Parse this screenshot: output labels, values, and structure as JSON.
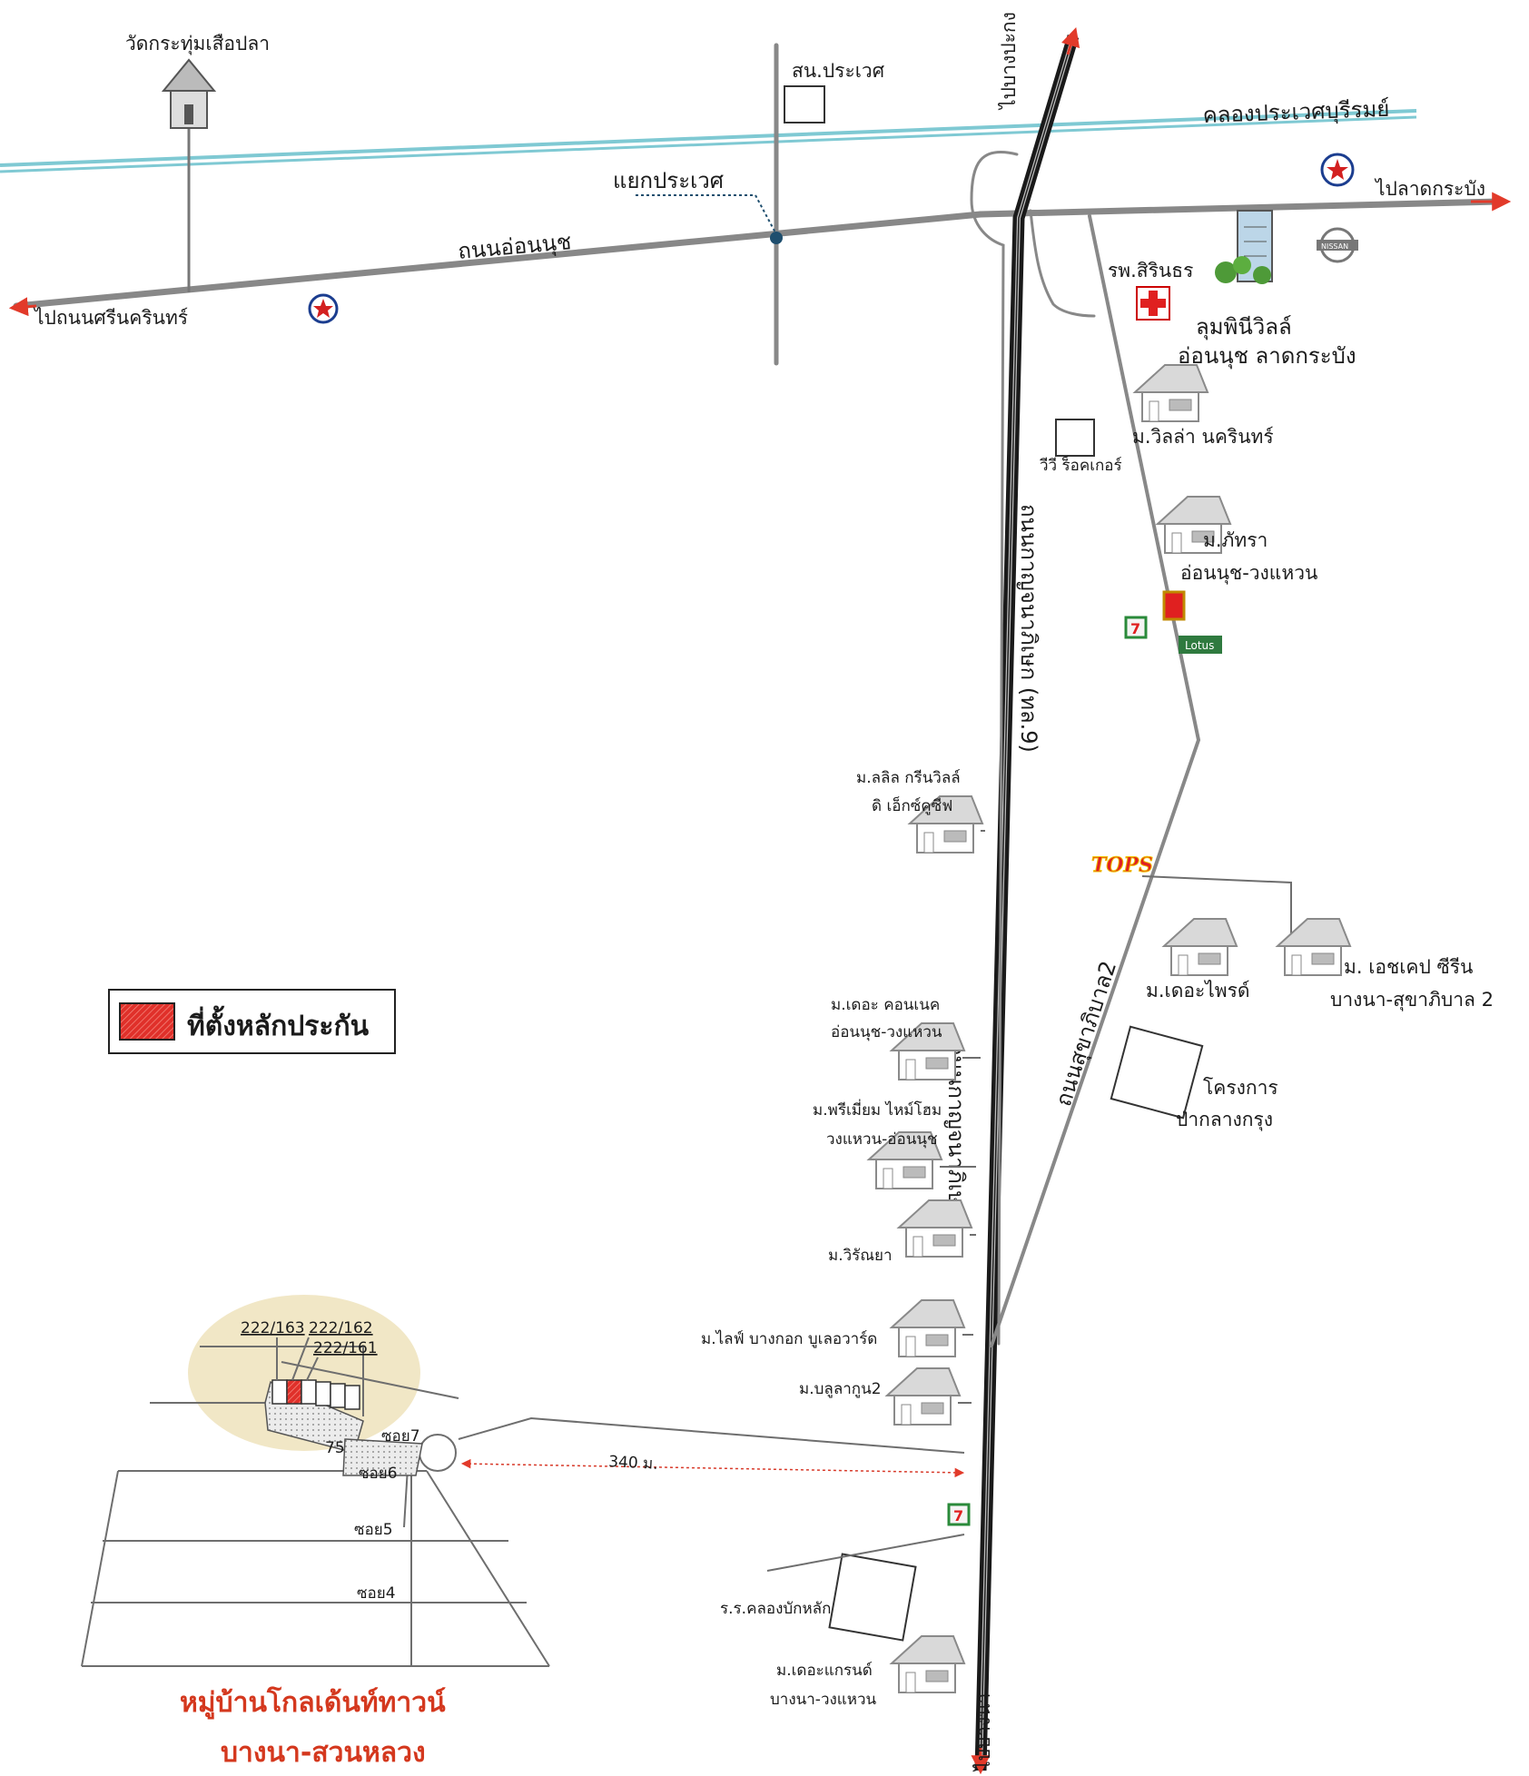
{
  "canal": {
    "label": "คลองประเวศบุรีรมย์",
    "color": "#7fc9d3"
  },
  "roads": {
    "onnut": "ถนนอ่อนนุช",
    "to_srinakarin": "ไปถนนศรีนครินทร์",
    "to_lat_krabang": "ไปลาดกระบัง",
    "to_bang_pakong": "ไปบางปะกง",
    "to_bang_na": "ไปบางนา",
    "motorway": "ถนนกาญจนาภิเษก (ทล.9)",
    "motorway_lower": "ถนนกาญจนาภิเษก",
    "sukhaphiban2": "ถนนสุขาภิบาล2",
    "intersection": "แยกประเวศ"
  },
  "landmarks": {
    "temple": "วัดกระทุ่มเสือปลา",
    "district_office": "สน.ประเวศ",
    "hospital": "รพ.สิรินธร",
    "lumpini_1": "ลุมพินีวิลล์",
    "lumpini_2": "อ่อนนุช ลาดกระบัง",
    "vv_rocker": "วีวี ร็อคเกอร์",
    "school": "ร.ร.คลองบักหลัก",
    "park_1": "โครงการ",
    "park_2": "ป่ากลางกรุง",
    "tops": "TOPS",
    "lotus": "Lotus",
    "nissan": "NISSAN"
  },
  "villages": [
    {
      "line1": "ม.วิลล่า นครินทร์",
      "line2": ""
    },
    {
      "line1": "ม.ภัทรา",
      "line2": "อ่อนนุช-วงแหวน"
    },
    {
      "line1": "ม.ลลิล กรีนวิลล์",
      "line2": "ดิ เอ็กซ์คูซีฟ"
    },
    {
      "line1": "ม.เดอะไพรด์",
      "line2": ""
    },
    {
      "line1": "ม. เอชเคป ซีรีน",
      "line2": "บางนา-สุขาภิบาล 2"
    },
    {
      "line1": "ม.เดอะ คอนเนค",
      "line2": "อ่อนนุช-วงแหวน"
    },
    {
      "line1": "ม.พรีเมี่ยม ไหม์โฮม",
      "line2": "วงแหวน-อ่อนนุช"
    },
    {
      "line1": "ม.วิรัณยา",
      "line2": ""
    },
    {
      "line1": "ม.ไลฟ์ บางกอก บูเลอวาร์ด",
      "line2": ""
    },
    {
      "line1": "ม.บลูลากูน2",
      "line2": ""
    },
    {
      "line1": "ม.เดอะแกรนด์",
      "line2": "บางนา-วงแหวน"
    }
  ],
  "legend": {
    "label": "ที่ตั้งหลักประกัน",
    "color": "#e0302a"
  },
  "project": {
    "line1": "หมู่บ้านโกลเด้นท์ทาวน์",
    "line2": "บางนา-สวนหลวง",
    "color": "#d4381e"
  },
  "plots": {
    "a": "222/163",
    "b": "222/162",
    "c": "222/161"
  },
  "sois": {
    "soi7": "ซอย7",
    "soi6": "ซอย6",
    "soi5": "ซอย5",
    "soi4": "ซอย4"
  },
  "distances": {
    "d340": "340 ม.",
    "d75": "75"
  },
  "colors": {
    "arrow": "#e23a2a",
    "road": "#8a8a8a",
    "motorway": "#1a1a1a",
    "highlight": "#f1e7c6"
  }
}
